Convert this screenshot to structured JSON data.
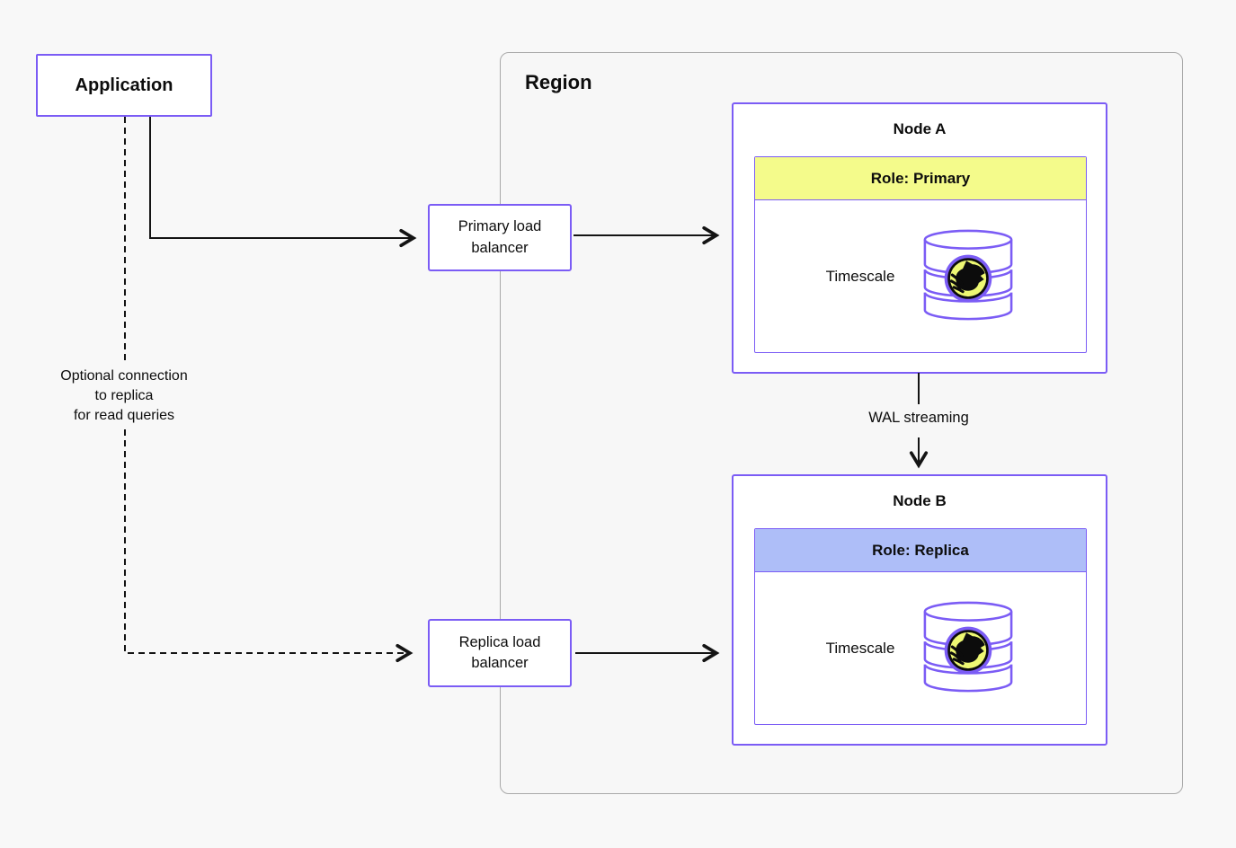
{
  "colors": {
    "page_bg": "#f8f8f8",
    "region_bg": "#f7f7f7",
    "region_border": "#a9a9a9",
    "accent_purple": "#7b5cf5",
    "box_bg": "#ffffff",
    "primary_role_bg": "#f4fb8b",
    "replica_role_bg": "#aebef8",
    "line_color": "#141414",
    "text_color": "#0d0d0d",
    "badge_yellow": "#eef873",
    "badge_black": "#0c0c0c"
  },
  "application": {
    "label": "Application"
  },
  "region": {
    "label": "Region"
  },
  "load_balancers": {
    "primary": {
      "label": "Primary load balancer"
    },
    "replica": {
      "label": "Replica load balancer"
    }
  },
  "nodes": {
    "node_a": {
      "title": "Node A",
      "role_label": "Role: Primary",
      "db_label": "Timescale"
    },
    "node_b": {
      "title": "Node B",
      "role_label": "Role: Replica",
      "db_label": "Timescale"
    }
  },
  "annotations": {
    "optional_connection_lines": [
      "Optional connection",
      "to replica",
      "for read queries"
    ],
    "wal_streaming": "WAL streaming"
  },
  "icons": {
    "database": "database-cylinder-icon",
    "badge": "timescale-tiger-icon"
  }
}
